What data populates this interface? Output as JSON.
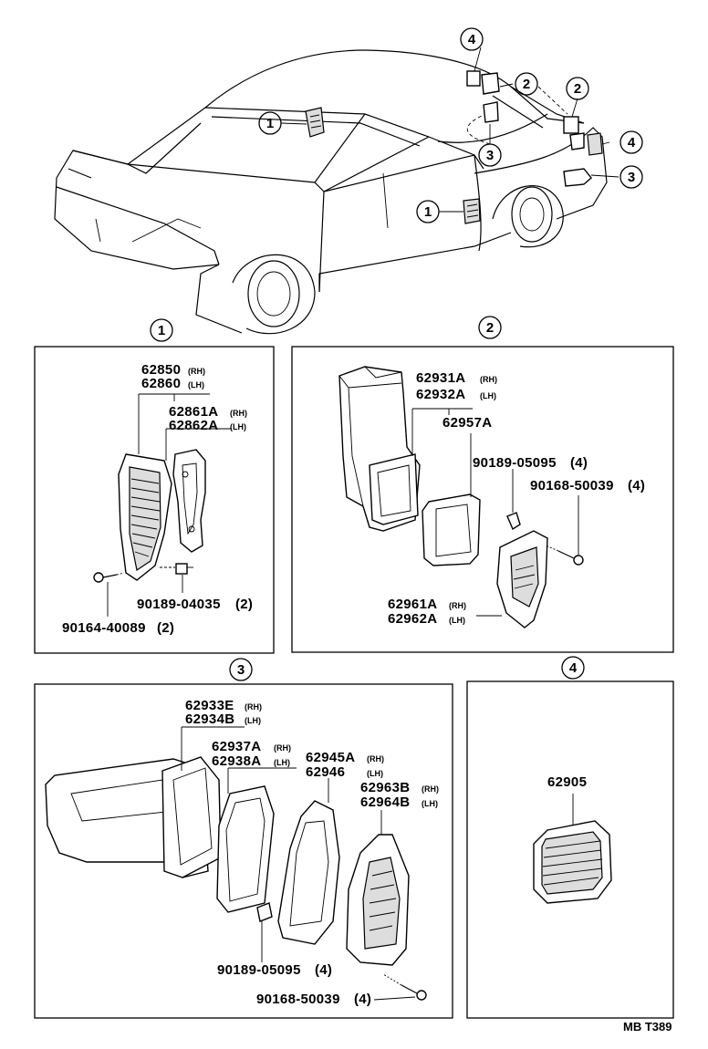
{
  "callouts": {
    "c1": "1",
    "c2": "2",
    "c3": "3",
    "c4": "4"
  },
  "car_callouts": [
    "4",
    "2",
    "2",
    "1",
    "3",
    "4",
    "3",
    "1"
  ],
  "panel1": {
    "label": "1",
    "parts": [
      {
        "number": "62850",
        "suffix": "(RH)"
      },
      {
        "number": "62860",
        "suffix": "(LH)"
      },
      {
        "number": "62861A",
        "suffix": "(RH)"
      },
      {
        "number": "62862A",
        "suffix": "(LH)"
      },
      {
        "number": "90189-04035",
        "suffix": "(2)"
      },
      {
        "number": "90164-40089",
        "suffix": "(2)"
      }
    ]
  },
  "panel2": {
    "label": "2",
    "parts": [
      {
        "number": "62931A",
        "suffix": "(RH)"
      },
      {
        "number": "62932A",
        "suffix": "(LH)"
      },
      {
        "number": "62957A",
        "suffix": ""
      },
      {
        "number": "90189-05095",
        "suffix": "(4)"
      },
      {
        "number": "90168-50039",
        "suffix": "(4)"
      },
      {
        "number": "62961A",
        "suffix": "(RH)"
      },
      {
        "number": "62962A",
        "suffix": "(LH)"
      }
    ]
  },
  "panel3": {
    "label": "3",
    "parts": [
      {
        "number": "62933E",
        "suffix": "(RH)"
      },
      {
        "number": "62934B",
        "suffix": "(LH)"
      },
      {
        "number": "62937A",
        "suffix": "(RH)"
      },
      {
        "number": "62938A",
        "suffix": "(LH)"
      },
      {
        "number": "62945A",
        "suffix": "(RH)"
      },
      {
        "number": "62946",
        "suffix": "(LH)"
      },
      {
        "number": "62963B",
        "suffix": "(RH)"
      },
      {
        "number": "62964B",
        "suffix": "(LH)"
      },
      {
        "number": "90189-05095",
        "suffix": "(4)"
      },
      {
        "number": "90168-50039",
        "suffix": "(4)"
      }
    ]
  },
  "panel4": {
    "label": "4",
    "parts": [
      {
        "number": "62905",
        "suffix": ""
      }
    ]
  },
  "reference": "MB T389"
}
